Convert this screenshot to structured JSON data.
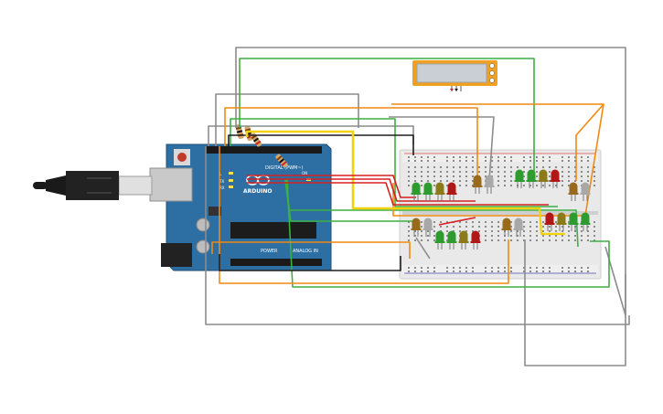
{
  "arduino": {
    "brand": "ARDUINO",
    "digital_label": "DIGITAL (PWM~)",
    "power_label": "POWER",
    "analog_label": "ANALOG IN",
    "on_label": "ON",
    "tx_label": "TX",
    "rx_label": "RX",
    "l_label": "L"
  },
  "colors": {
    "board": "#2d6fa3",
    "wire_green": "#3cb043",
    "wire_orange": "#ef8a12",
    "wire_gray": "#8c8c8c",
    "wire_red": "#d62020",
    "wire_yellow": "#f2d20a",
    "wire_black": "#1e1e1e",
    "led_green": "#2e9b2e",
    "led_red": "#b01818",
    "led_olive": "#8a7a18",
    "led_brown": "#9a6a1c",
    "led_gray": "#a8a8a8",
    "lcd_frame": "#f0a020",
    "lcd_screen": "#c9cfd4"
  },
  "icons": {
    "usb_cable": "usb-cable-icon",
    "lcd": "lcd-display-icon"
  }
}
